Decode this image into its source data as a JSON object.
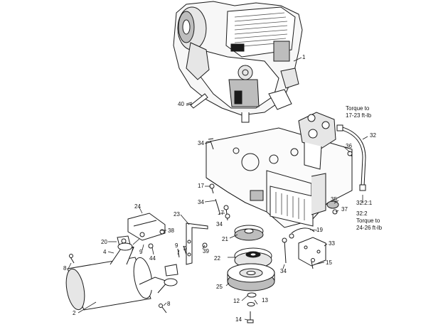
{
  "colors": {
    "line": "#1a1a1a",
    "shade": "#bdbdbd",
    "light": "#e6e6e6",
    "background": "#ffffff"
  },
  "callouts": {
    "c1": "1",
    "c40": "40",
    "c34a": "34",
    "c32": "32",
    "c36": "36",
    "c17a": "17",
    "c34b": "34",
    "c35": "35",
    "c37": "37",
    "c32_2_1": "32:2:1",
    "c32_2": "32:2",
    "c24": "24",
    "c23": "23",
    "c17b": "17",
    "c34c": "34",
    "c38": "38",
    "c20": "20",
    "c7a": "7",
    "c9a": "9",
    "c19": "19",
    "c21": "21",
    "c4": "4",
    "c44": "44",
    "c9b": "9",
    "c7b": "7",
    "c39": "39",
    "c33": "33",
    "c22": "22",
    "c8a": "8",
    "c34d": "34",
    "c15": "15",
    "c25": "25",
    "c2": "2",
    "c12": "12",
    "c13": "13",
    "c8b": "8",
    "c14": "14"
  },
  "notes": {
    "top": [
      "Torque to",
      "17-23 ft-lb"
    ],
    "bottom": [
      "Torque to",
      "24-26 ft-lb"
    ]
  }
}
